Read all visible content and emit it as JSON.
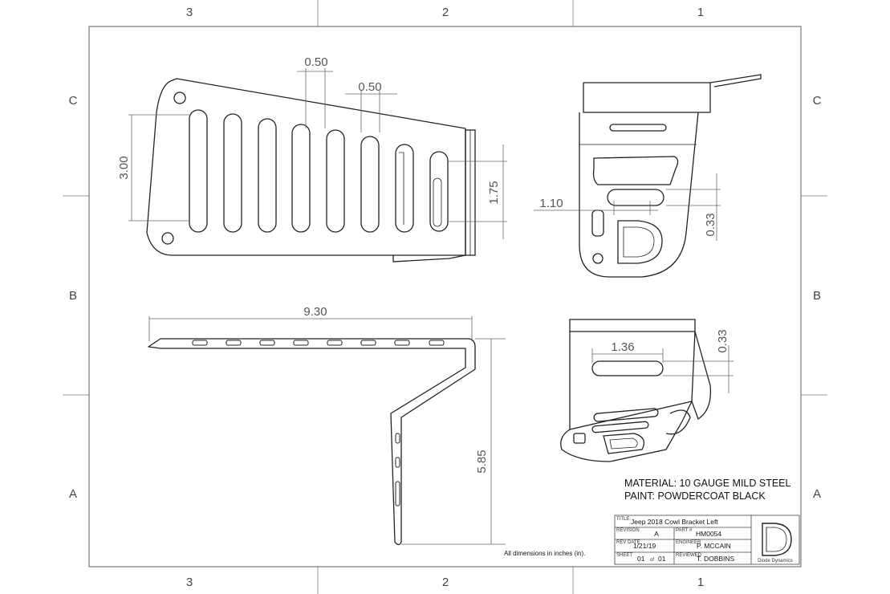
{
  "zones": {
    "columns": [
      "3",
      "2",
      "1"
    ],
    "rows": [
      "C",
      "B",
      "A"
    ]
  },
  "dimensions": {
    "slot_gap_top": "0.50",
    "slot_gap_top2": "0.50",
    "slot_height": "3.00",
    "short_slot": "1.75",
    "side_slot_offset": "1.10",
    "side_slot_width": "0.33",
    "overall_length": "9.30",
    "bottom_slot_length": "1.36",
    "bottom_slot_width": "0.33",
    "leg_height": "5.85"
  },
  "notes": {
    "material": "MATERIAL: 10 GAUGE MILD STEEL",
    "paint": "PAINT: POWDERCOAT BLACK",
    "units": "All dimensions in inches (in)."
  },
  "title_block": {
    "title_label": "TITLE:",
    "title": "Jeep 2018 Cowl Bracket Left",
    "revision_label": "REVISION",
    "revision": "A",
    "part_label": "PART #",
    "part": "HM0054",
    "rev_date_label": "REV DATE",
    "rev_date": "1/21/19",
    "engineer_label": "ENGINEER",
    "engineer": "P. MCCAIN",
    "sheet_label": "SHEET",
    "sheet_num": "01",
    "sheet_of": "of",
    "sheet_total": "01",
    "reviewed_label": "REVIEWED",
    "reviewed": "T. DOBBINS",
    "company": "Diode Dynamics",
    "logo_letter": "D"
  }
}
